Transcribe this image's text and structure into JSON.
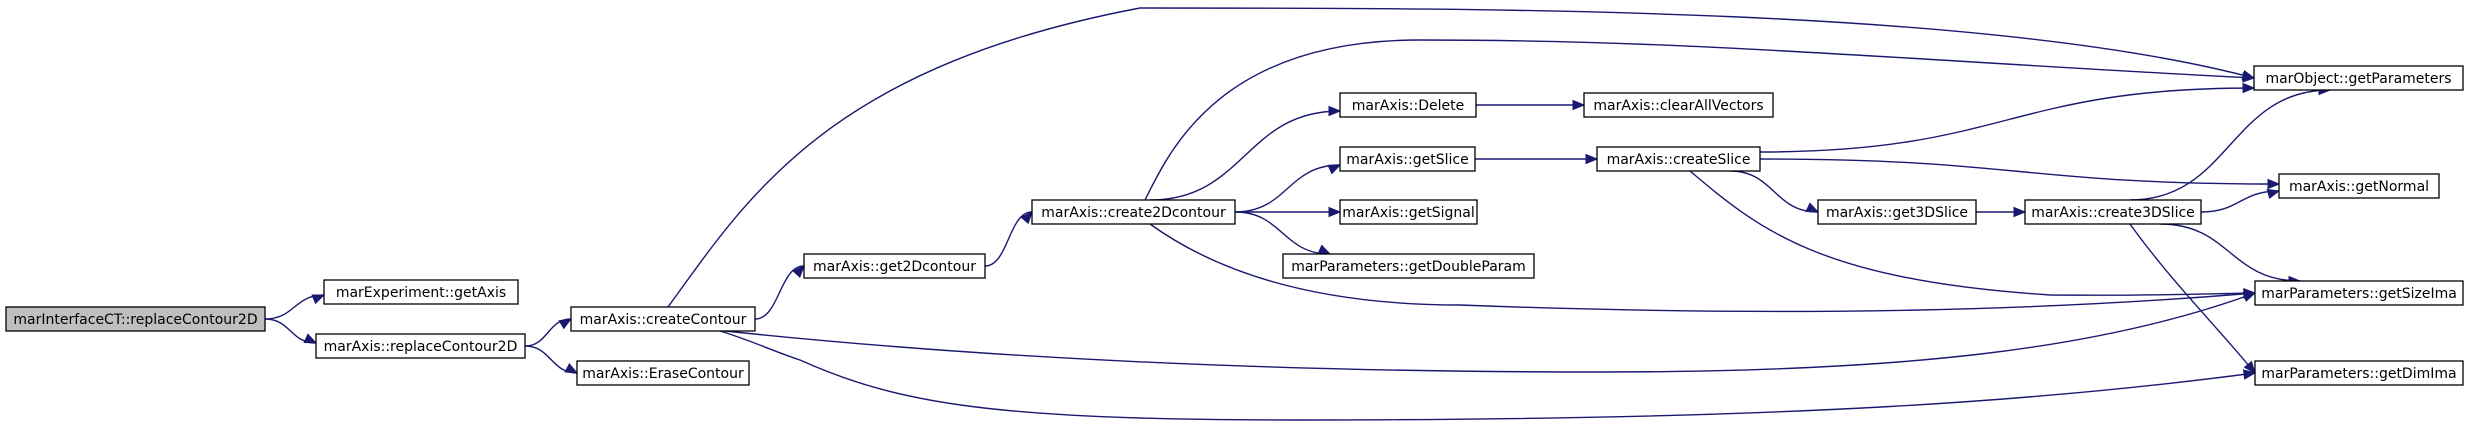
{
  "nodes": [
    {
      "id": "root",
      "label": "marInterfaceCT::replaceContour2D"
    },
    {
      "id": "getAxis",
      "label": "marExperiment::getAxis"
    },
    {
      "id": "replaceContour2D",
      "label": "marAxis::replaceContour2D"
    },
    {
      "id": "createContour",
      "label": "marAxis::createContour"
    },
    {
      "id": "eraseContour",
      "label": "marAxis::EraseContour"
    },
    {
      "id": "get2Dcontour",
      "label": "marAxis::get2Dcontour"
    },
    {
      "id": "create2Dcontour",
      "label": "marAxis::create2Dcontour"
    },
    {
      "id": "delete",
      "label": "marAxis::Delete"
    },
    {
      "id": "getSlice",
      "label": "marAxis::getSlice"
    },
    {
      "id": "getSignal",
      "label": "marAxis::getSignal"
    },
    {
      "id": "getDoubleParam",
      "label": "marParameters::getDoubleParam"
    },
    {
      "id": "clearAllVectors",
      "label": "marAxis::clearAllVectors"
    },
    {
      "id": "createSlice",
      "label": "marAxis::createSlice"
    },
    {
      "id": "get3DSlice",
      "label": "marAxis::get3DSlice"
    },
    {
      "id": "create3DSlice",
      "label": "marAxis::create3DSlice"
    },
    {
      "id": "getParameters",
      "label": "marObject::getParameters"
    },
    {
      "id": "getNormal",
      "label": "marAxis::getNormal"
    },
    {
      "id": "getSizeIma",
      "label": "marParameters::getSizeIma"
    },
    {
      "id": "getDimIma",
      "label": "marParameters::getDimIma"
    }
  ],
  "edges": [
    {
      "from": "root",
      "to": "getAxis"
    },
    {
      "from": "root",
      "to": "replaceContour2D"
    },
    {
      "from": "replaceContour2D",
      "to": "createContour"
    },
    {
      "from": "replaceContour2D",
      "to": "eraseContour"
    },
    {
      "from": "createContour",
      "to": "get2Dcontour"
    },
    {
      "from": "createContour",
      "to": "getParameters"
    },
    {
      "from": "createContour",
      "to": "getSizeIma"
    },
    {
      "from": "createContour",
      "to": "getDimIma"
    },
    {
      "from": "get2Dcontour",
      "to": "create2Dcontour"
    },
    {
      "from": "create2Dcontour",
      "to": "delete"
    },
    {
      "from": "create2Dcontour",
      "to": "getSlice"
    },
    {
      "from": "create2Dcontour",
      "to": "getSignal"
    },
    {
      "from": "create2Dcontour",
      "to": "getDoubleParam"
    },
    {
      "from": "create2Dcontour",
      "to": "getParameters"
    },
    {
      "from": "create2Dcontour",
      "to": "getSizeIma"
    },
    {
      "from": "delete",
      "to": "clearAllVectors"
    },
    {
      "from": "getSlice",
      "to": "createSlice"
    },
    {
      "from": "createSlice",
      "to": "get3DSlice"
    },
    {
      "from": "createSlice",
      "to": "getParameters"
    },
    {
      "from": "createSlice",
      "to": "getNormal"
    },
    {
      "from": "createSlice",
      "to": "getSizeIma"
    },
    {
      "from": "get3DSlice",
      "to": "create3DSlice"
    },
    {
      "from": "create3DSlice",
      "to": "getParameters"
    },
    {
      "from": "create3DSlice",
      "to": "getNormal"
    },
    {
      "from": "create3DSlice",
      "to": "getSizeIma"
    },
    {
      "from": "create3DSlice",
      "to": "getDimIma"
    }
  ],
  "colors": {
    "edge": "#191970",
    "root_fill": "#bfbfbf",
    "node_fill": "#ffffff",
    "node_border": "#000000"
  }
}
